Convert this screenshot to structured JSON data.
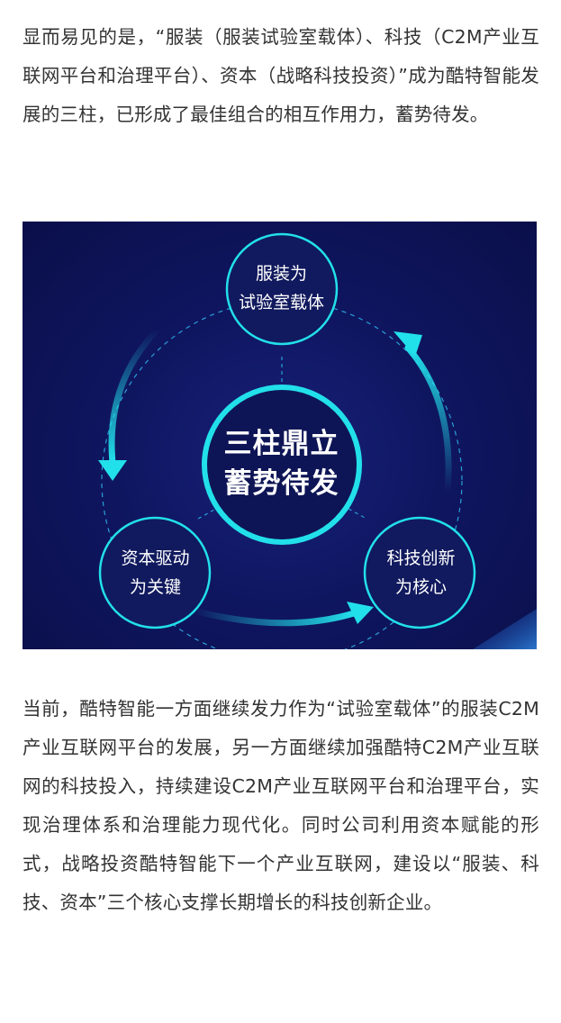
{
  "article": {
    "para1": "显而易见的是，“服装（服装试验室载体）、科技（C2M产业互联网平台和治理平台）、资本（战略科技投资）”成为酷特智能发展的三柱，已形成了最佳组合的相互作用力，蓄势待发。",
    "para2": "当前，酷特智能一方面继续发力作为“试验室载体”的服装C2M产业互联网平台的发展，另一方面继续加强酷特C2M产业互联网的科技投入，持续建设C2M产业互联网平台和治理平台，实现治理体系和治理能力现代化。同时公司利用资本赋能的形式，战略投资酷特智能下一个产业互联网，建设以“服装、科技、资本”三个核心支撑长期增长的科技创新企业。"
  },
  "diagram": {
    "center": {
      "line1": "三柱鼎立",
      "line2": "蓄势待发"
    },
    "top": {
      "line1": "服装为",
      "line2": "试验室载体"
    },
    "left": {
      "line1": "资本驱动",
      "line2": "为关键"
    },
    "right": {
      "line1": "科技创新",
      "line2": "为核心"
    },
    "colors": {
      "background": "#0f1660",
      "ring": "#22e0ea",
      "dashed": "#2a9fd8",
      "node_fill": "#111a5e"
    }
  }
}
